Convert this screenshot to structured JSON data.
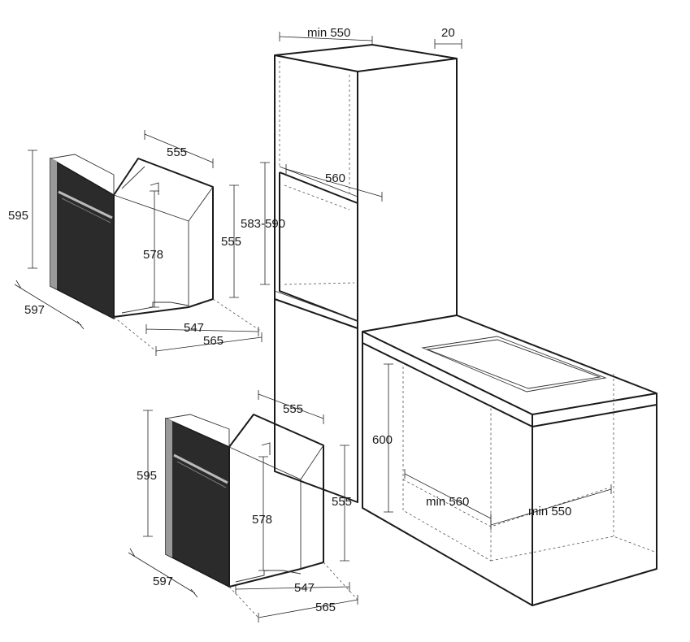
{
  "colors": {
    "outline": "#1a1a1a",
    "oven_door_dark": "#2b2b2b",
    "oven_trim": "#9a9a9a",
    "background": "#ffffff"
  },
  "dimensions": {
    "oven_top": {
      "depth": "555",
      "front_height": "595",
      "inner_height": "578",
      "side_height": "555",
      "front_width": "597",
      "body_width": "547",
      "overall_width": "565"
    },
    "oven_bottom": {
      "depth": "555",
      "front_height": "595",
      "inner_height": "578",
      "side_height": "555",
      "front_width": "597",
      "body_width": "547",
      "overall_width": "565"
    },
    "tall_cabinet": {
      "min_depth": "min 550",
      "gap": "20",
      "niche_width": "560",
      "niche_height": "583-590"
    },
    "base_cabinet": {
      "height": "600",
      "min_width": "min 560",
      "min_depth": "min 550"
    }
  }
}
